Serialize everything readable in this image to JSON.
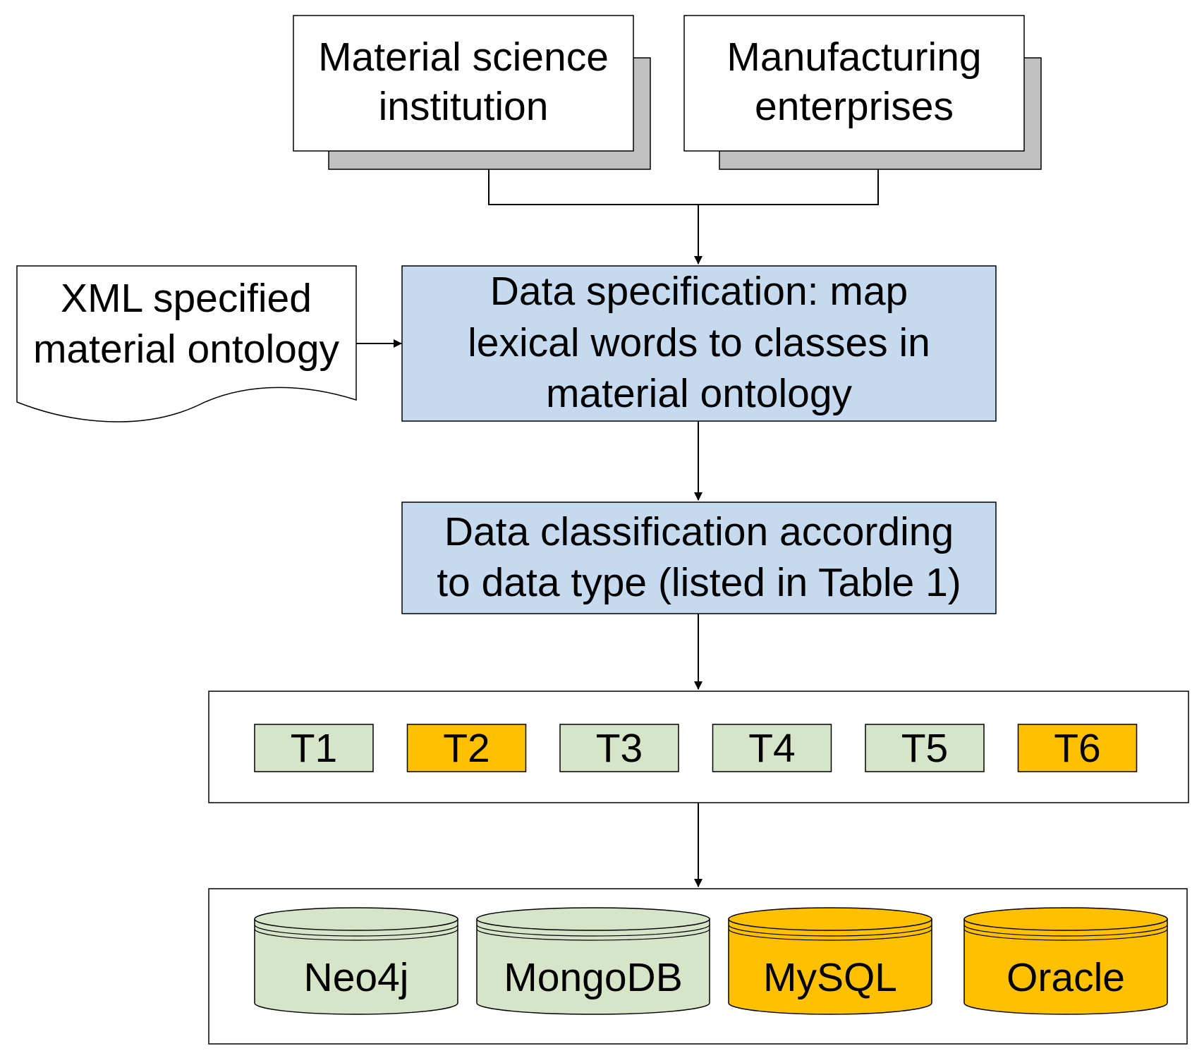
{
  "colors": {
    "process_fill": "#c5d9ef",
    "green_fill": "#d6e4c8",
    "orange_fill": "#ffc000",
    "shadow_fill": "#c0c0c0",
    "line": "#000000"
  },
  "sources": [
    {
      "line1": "Material science",
      "line2": "institution"
    },
    {
      "line1": "Manufacturing",
      "line2": "enterprises"
    }
  ],
  "ontology_doc": {
    "line1": "XML specified",
    "line2": "material ontology"
  },
  "spec_step": {
    "line1": "Data specification: map",
    "line2": "lexical words to classes in",
    "line3": "material ontology"
  },
  "classify_step": {
    "line1": "Data classification according",
    "line2": "to data type (listed in Table 1)"
  },
  "types": [
    {
      "label": "T1",
      "color": "green"
    },
    {
      "label": "T2",
      "color": "orange"
    },
    {
      "label": "T3",
      "color": "green"
    },
    {
      "label": "T4",
      "color": "green"
    },
    {
      "label": "T5",
      "color": "green"
    },
    {
      "label": "T6",
      "color": "orange"
    }
  ],
  "databases": [
    {
      "label": "Neo4j",
      "color": "green"
    },
    {
      "label": "MongoDB",
      "color": "green"
    },
    {
      "label": "MySQL",
      "color": "orange"
    },
    {
      "label": "Oracle",
      "color": "orange"
    }
  ]
}
